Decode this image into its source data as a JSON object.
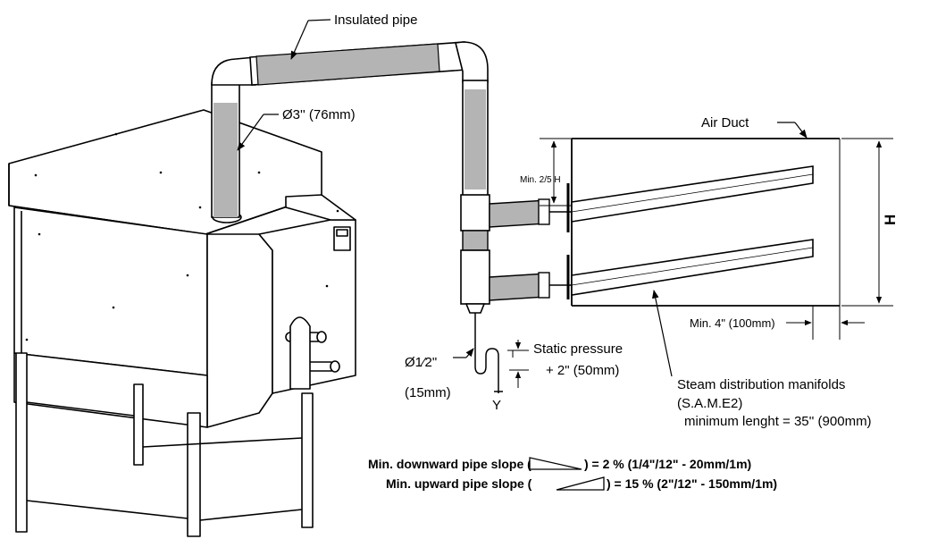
{
  "labels": {
    "insulated_pipe": "Insulated pipe",
    "pipe_diameter": "Ø3'' (76mm)",
    "air_duct": "Air Duct",
    "min_distance_top": "Min. 2/5 H",
    "duct_height": "H",
    "min_clearance": "Min. 4\" (100mm)",
    "drain_diameter": "Ø1⁄2\"",
    "drain_diameter_mm": "(15mm)",
    "static_pressure": "Static pressure",
    "static_pressure_add": "+ 2\" (50mm)",
    "trap_letter": "Y",
    "manifolds_title": "Steam distribution manifolds",
    "manifolds_model": "(S.A.M.E2)",
    "manifolds_min_length": "minimum lenght = 35'' (900mm)"
  },
  "notes": {
    "downward_prefix": "Min. downward pipe slope (",
    "downward_suffix": ") = 2 % (1/4\"/12\" - 20mm/1m)",
    "upward_prefix": "Min. upward pipe slope (",
    "upward_suffix": ") = 15 % (2\"/12\" - 150mm/1m)"
  },
  "colors": {
    "insulation": "#b4b4b4",
    "line": "#000000"
  }
}
